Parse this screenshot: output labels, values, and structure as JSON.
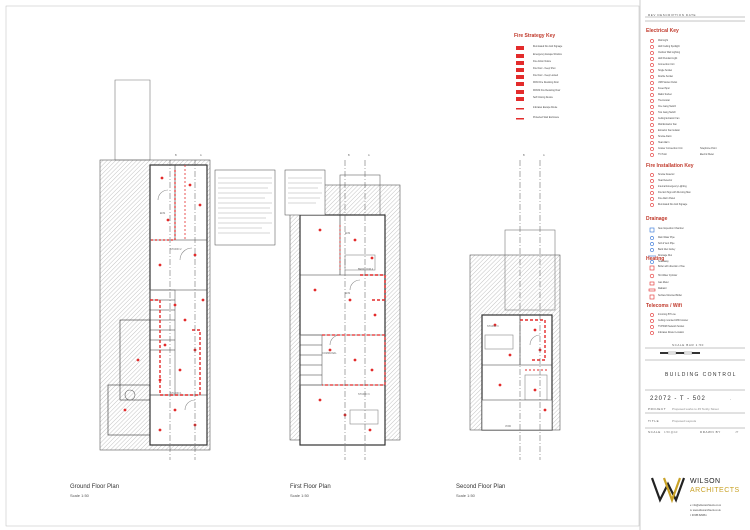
{
  "plans": [
    {
      "title": "Ground Floor Plan",
      "scale": "Scale 1:50"
    },
    {
      "title": "First Floor Plan",
      "scale": "Scale 1:50"
    },
    {
      "title": "Second Floor Plan",
      "scale": "Scale 1:50"
    }
  ],
  "rooms": {
    "ens_g": "ENS",
    "studio2": "STUDIO 2",
    "studio1": "STUDIO 1",
    "ens_f": "ENS",
    "bedroom4": "BEDROOM 4",
    "communal": "COMMUNAL",
    "studio3_f": "STUDIO 3",
    "ens_f2": "ENS",
    "studio3_s": "STUDIO 3",
    "void": "VOID"
  },
  "section_marks": {
    "b": "B",
    "a": "A"
  },
  "fire_strategy": {
    "heading": "Fire Strategy Key",
    "items": [
      "Illuminated Fire Exit Signage",
      "Emergency Escape Window",
      "Fire Action Notice",
      "Fire Door - Keep Shut",
      "Fire Door - Keep Locked",
      "FD30 Fire Resisting Door",
      "FD30S Fire Resisting Door",
      "Self Closing Device",
      "Indicates Escape Route",
      "Protected Stair Enclosure"
    ]
  },
  "electrical": {
    "heading": "Electrical Key",
    "items": [
      "Wall Light",
      "LED Ceiling Spotlight",
      "Outdoor Wall Lighting",
      "LED Pendant Light",
      "Connection Unit",
      "Single Socket",
      "Double Socket",
      "USB Socket Outlet",
      "Fused Spur",
      "Radio Socket",
      "Thermostat",
      "One Gang Switch",
      "Two Gang Switch",
      "Ceiling Extractor Fan",
      "Wall Extractor Fan",
      "Extractor Fan Isolator",
      "Smoke Alarm",
      "Heat Alarm",
      "Cooker Connection Unit",
      "TV Point",
      "Telephone Point",
      "Electric Meter"
    ]
  },
  "fire_installation": {
    "heading": "Fire Installation Key",
    "items": [
      "Smoke Detector",
      "Heat Detector",
      "Internal Emergency Lighting",
      "Fire Exit Sign with Running Man",
      "Fire Alarm Panel",
      "Illuminated Fire Exit Signage"
    ]
  },
  "drainage": {
    "heading": "Drainage",
    "items": [
      "New Inspection Chamber",
      "Rain Water Pipe",
      "Soil & Vent Pipe",
      "Back Inlet Gulley",
      "Drainage Run",
      "Soakaway"
    ]
  },
  "heating": {
    "heading": "Heating",
    "items": [
      "Boiler with direction of flue",
      "Hot Water Cylinder",
      "Gas Meter",
      "Radiator",
      "Surface Mounted Boiler"
    ]
  },
  "telecoms": {
    "heading": "Telecoms / Wifi",
    "items": [
      "Incoming BT Line",
      "Ceiling mounted WiFi booster",
      "TV/HDMI Network Socket",
      "Indicates Router Location"
    ]
  },
  "title_block": {
    "rev_header": "REV   DESCRIPTION   DATE",
    "scale_bar": "SCALE BAR 1:50",
    "status": "BUILDING CONTROL",
    "drawing_no": "22072 - T - 502",
    "revision": "-",
    "project_label": "PROJECT",
    "project_value": "Proposed works to 45 Tenby Street",
    "title_label": "TITLE",
    "title_value": "Proposed Layouts",
    "scale_label": "SCALE",
    "scale_value": "1:50 @A3",
    "drawn_label": "DRAWN BY",
    "drawn_value": "JT",
    "company_1": "WILSON",
    "company_2": "ARCHITECTS",
    "email": "e: info@wilsonarchitects.co.uk",
    "web": "w: www.wilsonarchitects.co.uk",
    "phone": "t: 01588 829361"
  },
  "colors": {
    "red": "#e32b2b",
    "line": "#333333",
    "gold": "#c9a227"
  }
}
